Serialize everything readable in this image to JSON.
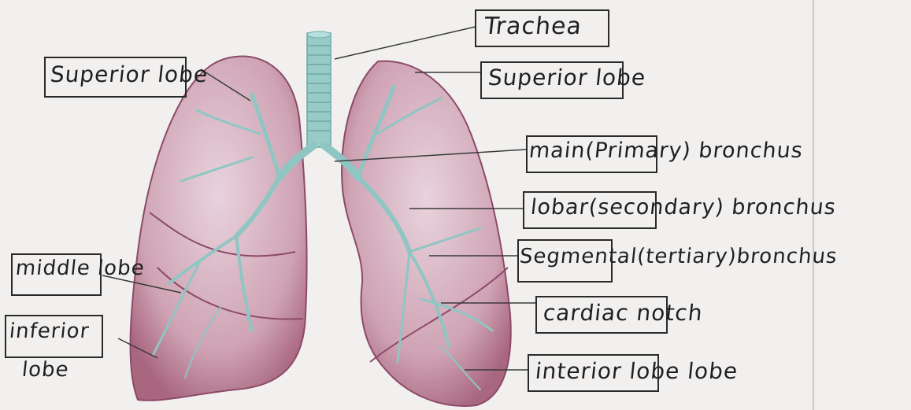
{
  "labels": {
    "trachea": "Trachea",
    "superior_lobe_left": "Superior lobe",
    "superior_lobe_right": "Superior lobe",
    "main_bronchus": "main(Primary) bronchus",
    "lobar_bronchus": "lobar(secondary) bronchus",
    "segmental_bronchus": "Segmental(tertiary)bronchus",
    "cardiac_notch": "cardiac notch",
    "inferior_lobe_right": "interior lobe lobe",
    "middle_lobe": "middle lobe",
    "inferior_lobe_left_line1": "inferior",
    "inferior_lobe_left_line2": "lobe"
  },
  "colors": {
    "paper": "#f1f0ee",
    "lung_fill": "#c99aaa",
    "lung_edge": "#8c4a68",
    "airway": "#8fc6c4",
    "ink": "#1f1f22"
  }
}
